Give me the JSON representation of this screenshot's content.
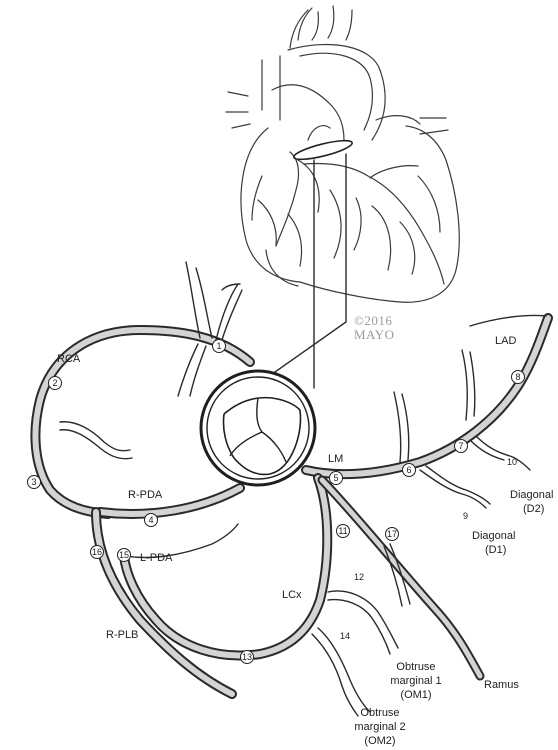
{
  "copyright": {
    "line1": "©2016",
    "line2": "MAYO"
  },
  "labels": {
    "rca": "RCA",
    "lad": "LAD",
    "lm": "LM",
    "rpda": "R-PDA",
    "lpda": "L-PDA",
    "lcx": "LCx",
    "rplb": "R-PLB",
    "ramus": "Ramus",
    "diagonal_d2_name": "Diagonal",
    "diagonal_d2_abbr": "(D2)",
    "diagonal_d1_name": "Diagonal",
    "diagonal_d1_abbr": "(D1)",
    "om1_line1": "Obtruse",
    "om1_line2": "marginal 1",
    "om1_line3": "(OM1)",
    "om2_line1": "Obtruse",
    "om2_line2": "marginal 2",
    "om2_line3": "(OM2)"
  },
  "segments": {
    "s1": "1",
    "s2": "2",
    "s3": "3",
    "s4": "4",
    "s5": "5",
    "s6": "6",
    "s7": "7",
    "s8": "8",
    "s9": "9",
    "s10": "10",
    "s11": "11",
    "s12": "12",
    "s13": "13",
    "s14": "14",
    "s15": "15",
    "s16": "16",
    "s17": "17"
  }
}
